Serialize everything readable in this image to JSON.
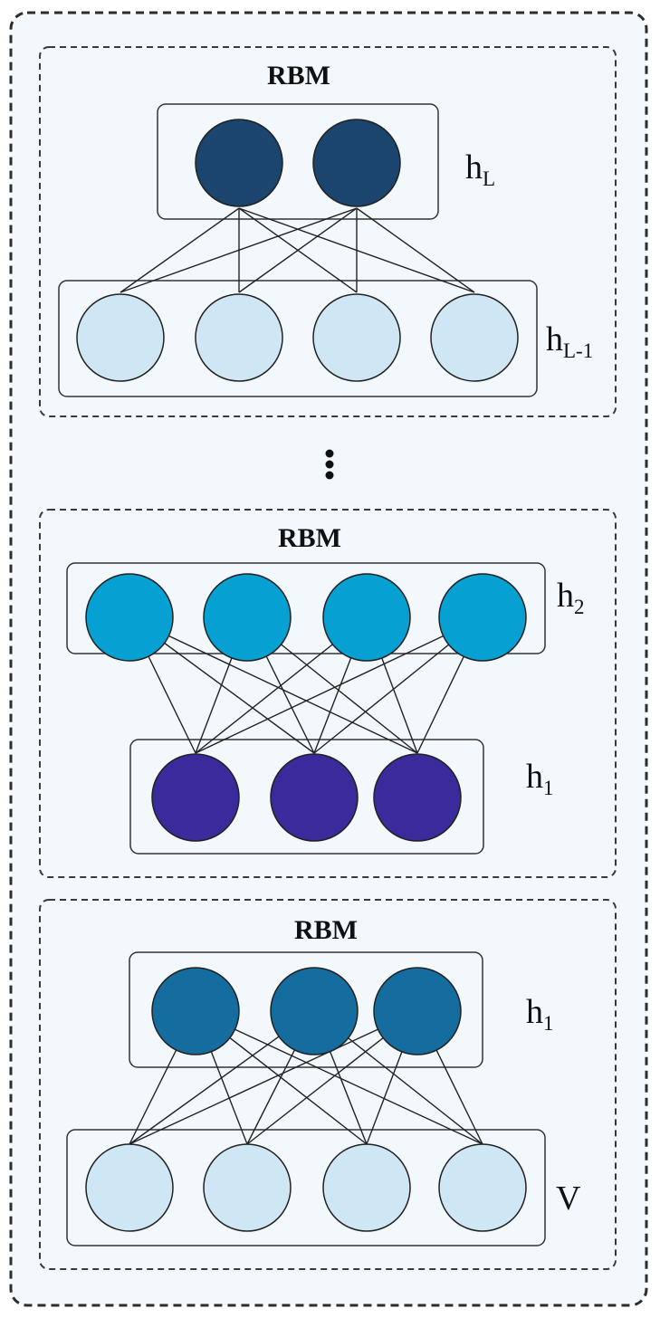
{
  "diagram": {
    "blocks": [
      {
        "title": "RBM",
        "top_layer": {
          "label": "h",
          "subscript": "L",
          "units": 2,
          "color": "#1b446f"
        },
        "bottom_layer": {
          "label": "h",
          "subscript": "L-1",
          "units": 4,
          "color": "#cfe7f4"
        }
      },
      {
        "title": "RBM",
        "top_layer": {
          "label": "h",
          "subscript": "2",
          "units": 4,
          "color": "#06a0d2"
        },
        "bottom_layer": {
          "label": "h",
          "subscript": "1",
          "units": 3,
          "color": "#3a2a9c"
        }
      },
      {
        "title": "RBM",
        "top_layer": {
          "label": "h",
          "subscript": "1",
          "units": 3,
          "color": "#156c9e"
        },
        "bottom_layer": {
          "label": "V",
          "subscript": "",
          "units": 4,
          "color": "#cfe7f4"
        }
      }
    ],
    "ellipsis": "⋮",
    "colors": {
      "outer_fill": "#f2f8fc",
      "outer_border": "#2d2d2d",
      "block_border": "#3a3a3a",
      "node_stroke": "#222222",
      "edge": "#222222"
    }
  }
}
